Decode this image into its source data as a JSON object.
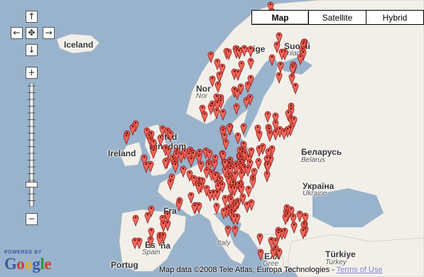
{
  "map": {
    "controls": {
      "pan_up": "↑",
      "pan_left": "←",
      "pan_center": "✥",
      "pan_right": "→",
      "pan_down": "↓",
      "zoom_in": "+",
      "zoom_out": "−",
      "zoom_level_fraction": 0.8
    },
    "map_types": [
      {
        "label": "Map",
        "active": true
      },
      {
        "label": "Satellite",
        "active": false
      },
      {
        "label": "Hybrid",
        "active": false
      }
    ],
    "labels": [
      {
        "text": "Iceland",
        "kind": "country"
      },
      {
        "text": "Sverige",
        "kind": "country"
      },
      {
        "text": "Suomi",
        "kind": "country"
      },
      {
        "text": "Finland",
        "kind": "native"
      },
      {
        "text": "Nor",
        "kind": "country"
      },
      {
        "text": "Nor",
        "kind": "native"
      },
      {
        "text": "Ireland",
        "kind": "country"
      },
      {
        "text": "ited",
        "kind": "country"
      },
      {
        "text": "Kingdom",
        "kind": "country"
      },
      {
        "text": "Беларусь",
        "kind": "country"
      },
      {
        "text": "Belarus",
        "kind": "native"
      },
      {
        "text": "Україна",
        "kind": "country"
      },
      {
        "text": "Ukraine",
        "kind": "native"
      },
      {
        "text": "Fra",
        "kind": "country"
      },
      {
        "text": "Italy",
        "kind": "native"
      },
      {
        "text": "Es",
        "kind": "country"
      },
      {
        "text": "ña",
        "kind": "country"
      },
      {
        "text": "Spain",
        "kind": "native"
      },
      {
        "text": "Portug",
        "kind": "country"
      },
      {
        "text": "Türkiye",
        "kind": "country"
      },
      {
        "text": "Turkey",
        "kind": "native"
      },
      {
        "text": "Ελλ",
        "kind": "country"
      },
      {
        "text": "Gree",
        "kind": "native"
      }
    ],
    "marker_colors": {
      "fill": "#f2665c",
      "stroke": "#8b1a12",
      "dot": "#5a0d08"
    },
    "marker_count": 272,
    "branding": {
      "powered_by": "POWERED BY",
      "logo": [
        "G",
        "o",
        "o",
        "g",
        "l",
        "e"
      ],
      "logo_colors": [
        "#3b5aa3",
        "#d03b2c",
        "#e3b21a",
        "#3b5aa3",
        "#2b9a3c",
        "#d03b2c"
      ]
    },
    "attribution": {
      "text": "Map data ©2008 Tele Atlas, Europa Technologies - ",
      "terms": "Terms of Use"
    },
    "colors": {
      "water": "#99b3cc",
      "land": "#f2efe9"
    }
  }
}
